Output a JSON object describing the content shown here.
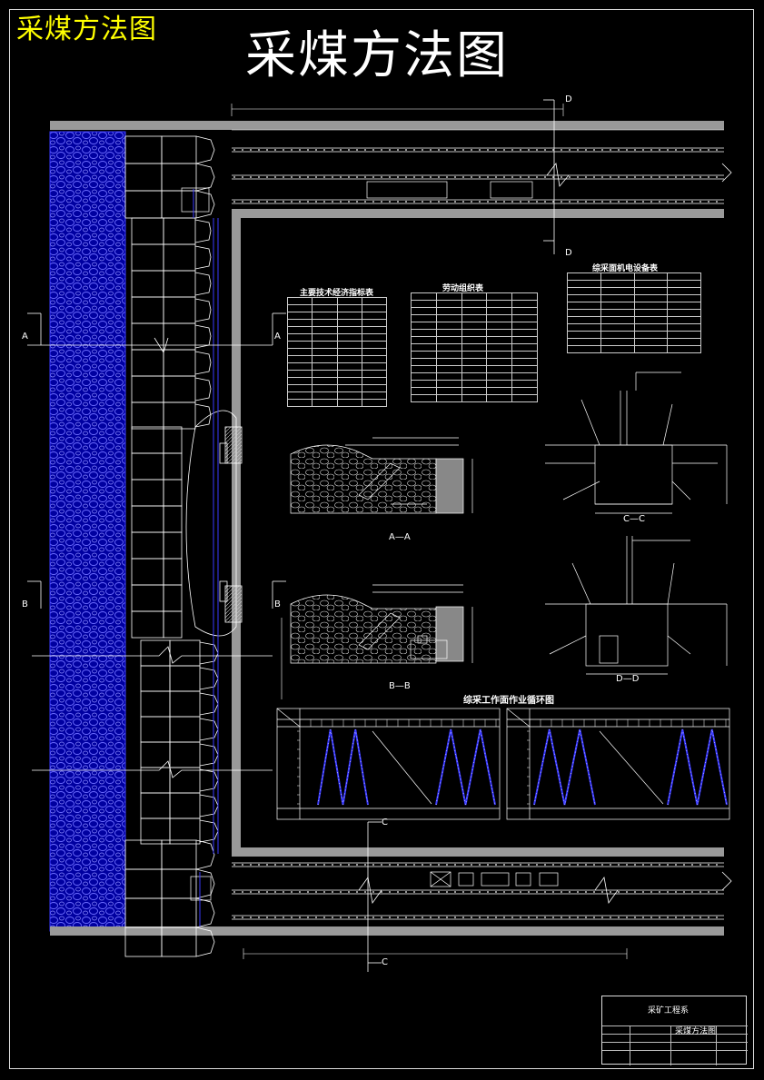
{
  "titles": {
    "corner": "采煤方法图",
    "main": "采煤方法图"
  },
  "sections": {
    "a_mark": "A",
    "b_mark": "B",
    "c_mark": "C",
    "d_mark": "D",
    "aa": "A—A",
    "bb": "B—B",
    "cc": "C—C",
    "dd": "D—D"
  },
  "tables": {
    "tech": {
      "title": "主要技术经济指标表",
      "rows": 14
    },
    "labor": {
      "title": "劳动组织表",
      "rows": 14
    },
    "equip": {
      "title": "综采面机电设备表",
      "rows": 10
    }
  },
  "cycle": {
    "title": "综采工作面作业循环图"
  },
  "title_block": {
    "org": "采矿工程系",
    "drawing": "采煤方法图"
  },
  "colors": {
    "background": "#000000",
    "line": "#ffffff",
    "coal": "#1a1aff",
    "accent": "#ffff00"
  }
}
